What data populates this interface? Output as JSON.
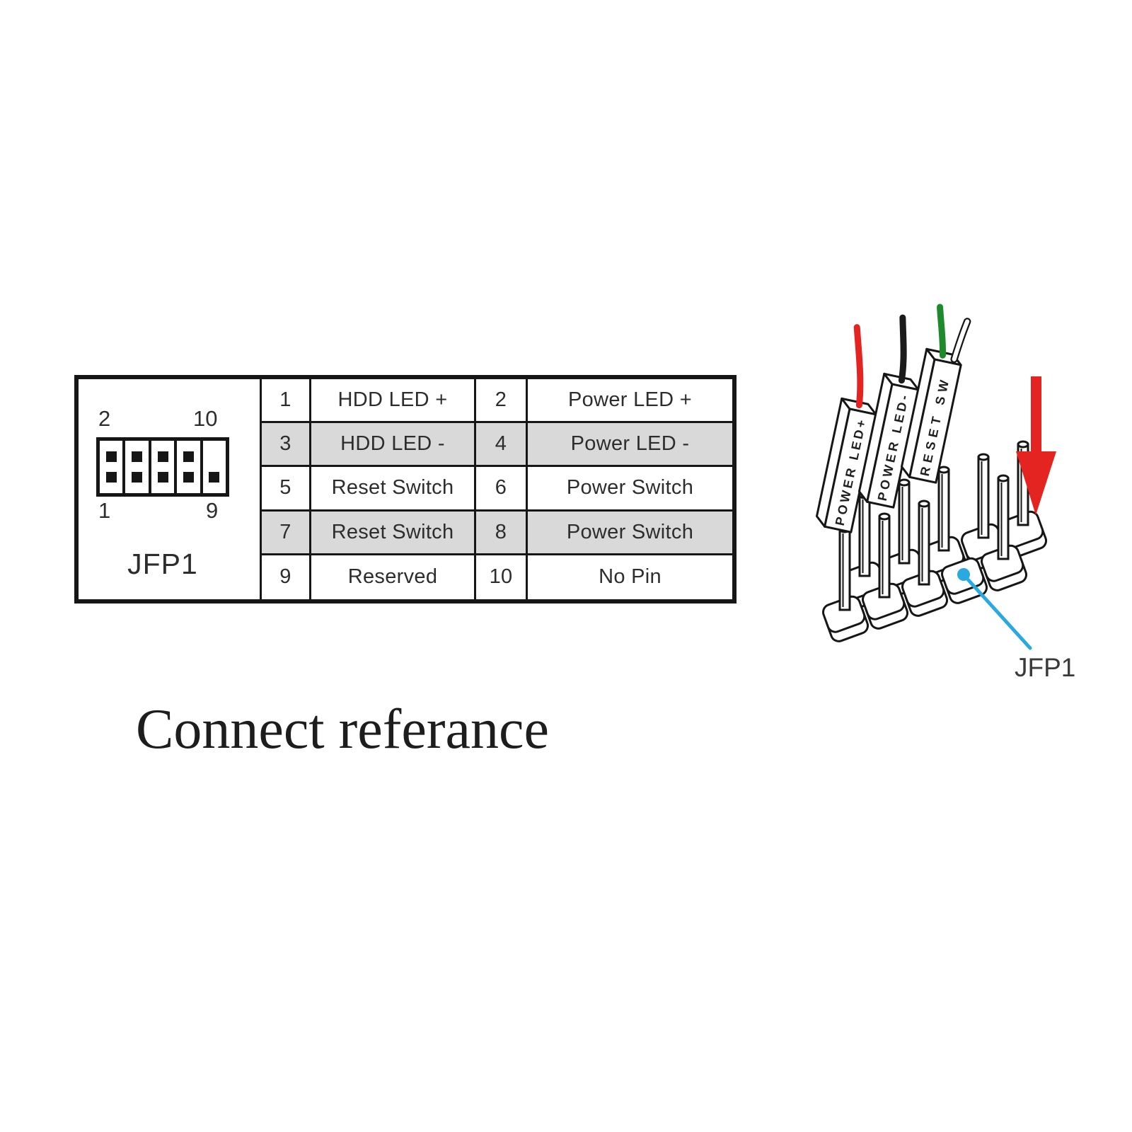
{
  "pinout": {
    "connector_label": "JFP1",
    "corner_labels": {
      "top_left": "2",
      "top_right": "10",
      "bottom_left": "1",
      "bottom_right": "9"
    },
    "rows": [
      {
        "pin_a": "1",
        "func_a": "HDD LED +",
        "pin_b": "2",
        "func_b": "Power LED +"
      },
      {
        "pin_a": "3",
        "func_a": "HDD LED -",
        "pin_b": "4",
        "func_b": "Power LED -"
      },
      {
        "pin_a": "5",
        "func_a": "Reset Switch",
        "pin_b": "6",
        "func_b": "Power Switch"
      },
      {
        "pin_a": "7",
        "func_a": "Reset Switch",
        "pin_b": "8",
        "func_b": "Power Switch"
      },
      {
        "pin_a": "9",
        "func_a": "Reserved",
        "pin_b": "10",
        "func_b": "No Pin"
      }
    ],
    "shaded_row_color": "#d9d9d9"
  },
  "illustration": {
    "plugs": [
      {
        "label": "POWER LED+",
        "wire_color": "#e42420"
      },
      {
        "label": "POWER LED-",
        "wire_color": "#1b1b1b"
      },
      {
        "label": "RESET SW",
        "wire_color": "#1f8a2c"
      }
    ],
    "header_label": "JFP1",
    "arrow_color": "#e42420",
    "callout_color": "#29a9e0"
  },
  "caption": {
    "text": "Connect referance"
  }
}
